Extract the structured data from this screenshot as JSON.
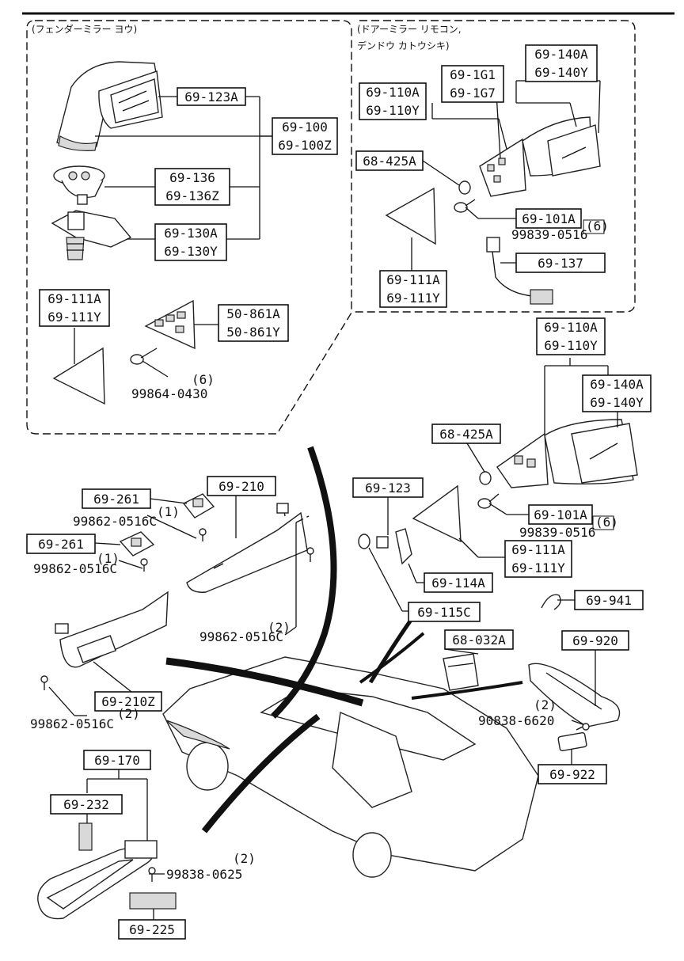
{
  "sections": {
    "fender_mirror": "(フェンダーミラー ヨウ)",
    "door_mirror_line1": "(ドアーミラー リモコン,",
    "door_mirror_line2": "デンドウ カトウシキ)"
  },
  "callouts": {
    "c1": [
      "69-123A"
    ],
    "c2": [
      "69-100",
      "69-100Z"
    ],
    "c3": [
      "69-136",
      "69-136Z"
    ],
    "c4": [
      "69-130A",
      "69-130Y"
    ],
    "c5": [
      "69-111A",
      "69-111Y"
    ],
    "c6": [
      "50-861A",
      "50-861Y"
    ],
    "c7": [
      "69-1G1",
      "69-1G7"
    ],
    "c8": [
      "69-140A",
      "69-140Y"
    ],
    "c9": [
      "69-110A",
      "69-110Y"
    ],
    "c10": [
      "68-425A"
    ],
    "c11": [
      "69-101A"
    ],
    "c12": [
      "69-137"
    ],
    "c13": [
      "69-111A",
      "69-111Y"
    ],
    "c14": [
      "69-110A",
      "69-110Y"
    ],
    "c15": [
      "69-140A",
      "69-140Y"
    ],
    "c16": [
      "68-425A"
    ],
    "c17": [
      "69-101A"
    ],
    "c18": [
      "69-123"
    ],
    "c19": [
      "69-210"
    ],
    "c20": [
      "69-261"
    ],
    "c21": [
      "69-261"
    ],
    "c22": [
      "69-111A",
      "69-111Y"
    ],
    "c23": [
      "69-114A"
    ],
    "c24": [
      "69-115C"
    ],
    "c25": [
      "68-032A"
    ],
    "c26": [
      "69-941"
    ],
    "c27": [
      "69-920"
    ],
    "c28": [
      "69-210Z"
    ],
    "c29": [
      "69-170"
    ],
    "c30": [
      "69-232"
    ],
    "c31": [
      "69-922"
    ],
    "c32": [
      "69-225"
    ]
  },
  "screws": {
    "s1_part": "99864-0430",
    "s1_qty": "(6)",
    "s2_part": "99839-0516",
    "s2_qty": "(6)",
    "s3_part": "99839-0516",
    "s3_qty": "(6)",
    "s4_part": "99862-0516C",
    "s4_qty": "(1)",
    "s5_part": "99862-0516C",
    "s5_qty": "(1)",
    "s6_part": "99862-0516C",
    "s6_qty": "(2)",
    "s7_part": "99862-0516C",
    "s7_qty": "(2)",
    "s8_part": "90838-6620",
    "s8_qty": "(2)",
    "s9_part": "99838-0625",
    "s9_qty": "(2)"
  }
}
